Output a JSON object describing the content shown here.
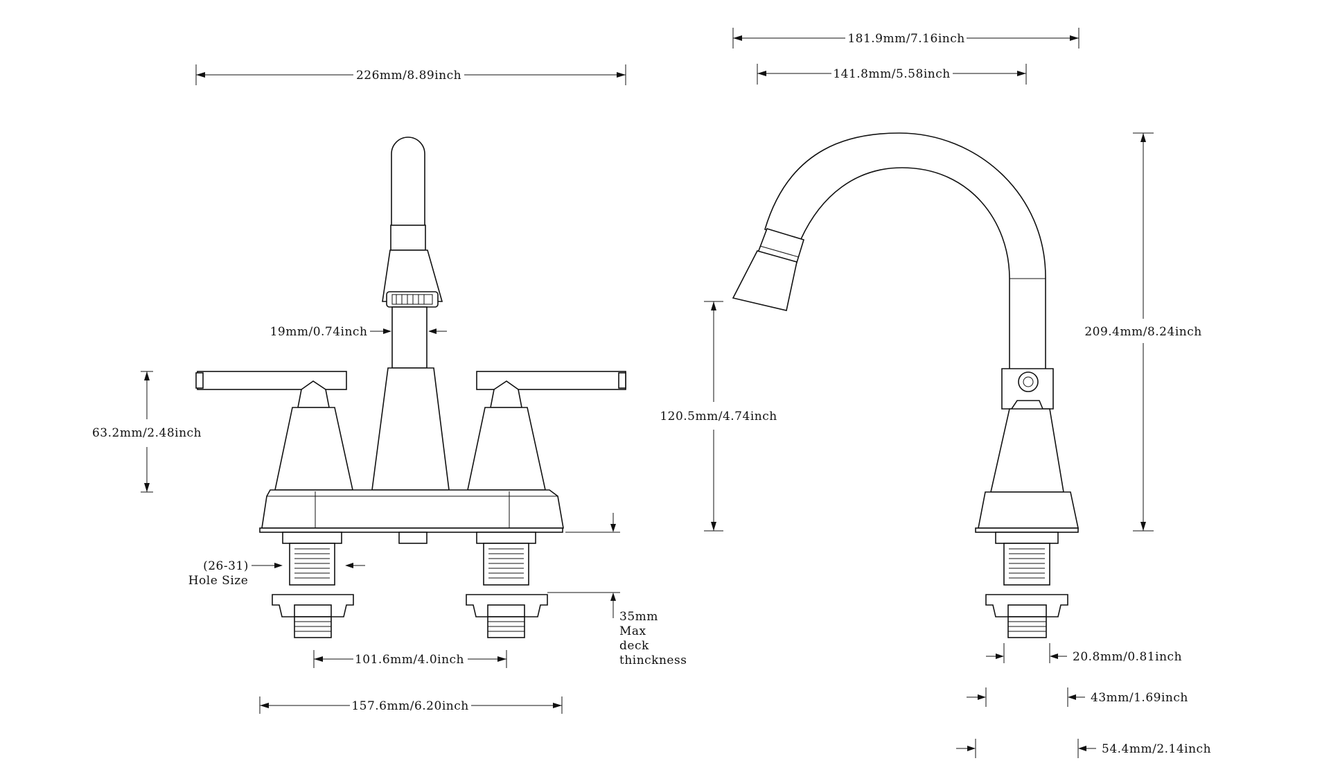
{
  "front_view": {
    "overall_width": "226mm/8.89inch",
    "spout_diameter": "19mm/0.74inch",
    "handle_height": "63.2mm/2.48inch",
    "hole_size": [
      "(26-31)",
      "Hole Size"
    ],
    "deck_thickness": [
      "35mm",
      "Max",
      "deck",
      "thinckness"
    ],
    "center_spacing": "101.6mm/4.0inch",
    "base_width": "157.6mm/6.20inch"
  },
  "side_view": {
    "reach_overall": "181.9mm/7.16inch",
    "reach_spout": "141.8mm/5.58inch",
    "overall_height": "209.4mm/8.24inch",
    "spout_height": "120.5mm/4.74inch",
    "shank_diameter": "20.8mm/0.81inch",
    "flange_diameter": "43mm/1.69inch",
    "base_diameter": "54.4mm/2.14inch"
  }
}
